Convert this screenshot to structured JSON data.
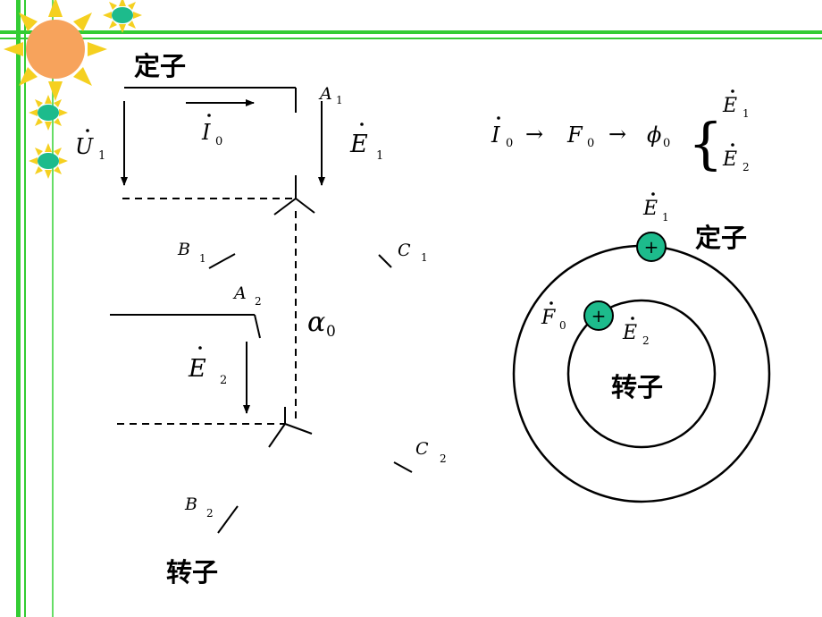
{
  "theme": {
    "stripe_color": "#33cc33",
    "sun_fill": "#f7a35c",
    "sun_rays": "#f5d020",
    "charge_fill": "#1dbb8c"
  },
  "labels": {
    "stator_title": "定子",
    "rotor_title": "转子",
    "U1": "U",
    "U1_sub": "1",
    "I0": "I",
    "I0_sub": "0",
    "A1": "A",
    "A1_sub": "1",
    "E1": "E",
    "E1_sub": "1",
    "B1": "B",
    "B1_sub": "1",
    "C1": "C",
    "C1_sub": "1",
    "A2": "A",
    "A2_sub": "2",
    "alpha": "α",
    "alpha_sub": "0",
    "E2": "E",
    "E2_sub": "2",
    "C2": "C",
    "C2_sub": "2",
    "B2": "B",
    "B2_sub": "2"
  },
  "formula": {
    "i0": "I",
    "i0_sub": "0",
    "arrow1": "→",
    "f0": "F",
    "f0_sub": "0",
    "arrow2": "→",
    "phi": "ϕ",
    "phi_sub": "0",
    "brace": "{",
    "e1": "E",
    "e1_sub": "1",
    "e2": "E",
    "e2_sub": "2"
  },
  "circle_diagram": {
    "E1": "E",
    "E1_sub": "1",
    "stator": "定子",
    "F0": "F",
    "F0_sub": "0",
    "E2": "E",
    "E2_sub": "2",
    "rotor": "转子",
    "plus": "+"
  }
}
